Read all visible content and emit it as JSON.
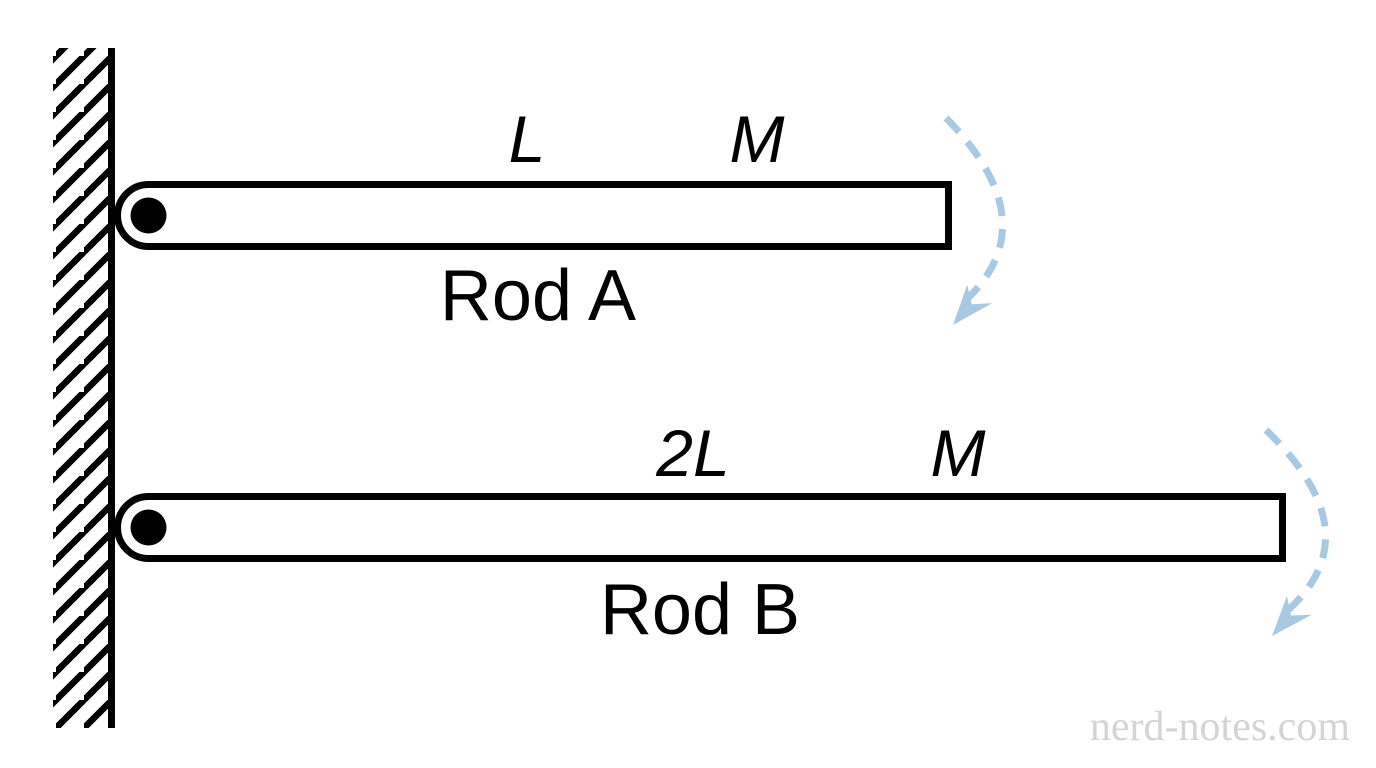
{
  "diagram": {
    "rod_a": {
      "length_label": "L",
      "mass_label": "M",
      "name": "Rod A"
    },
    "rod_b": {
      "length_label": "2L",
      "mass_label": "M",
      "name": "Rod B"
    },
    "watermark": "nerd-notes.com",
    "colors": {
      "ink": "#000000",
      "background": "#ffffff",
      "rotation_arrow": "#a9c8e1",
      "watermark": "#d4d4d4"
    }
  }
}
